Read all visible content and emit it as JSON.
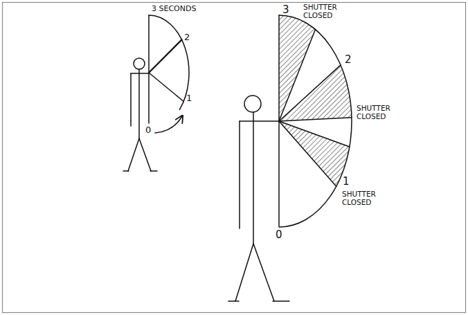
{
  "diagram": {
    "labels": [
      "3 SECONDS",
      "2",
      "1",
      "0",
      "3",
      "SHUTTER CLOSED",
      "2",
      "SHUTTER CLOSED",
      "1",
      "SHUTTER CLOSED",
      "0"
    ]
  }
}
